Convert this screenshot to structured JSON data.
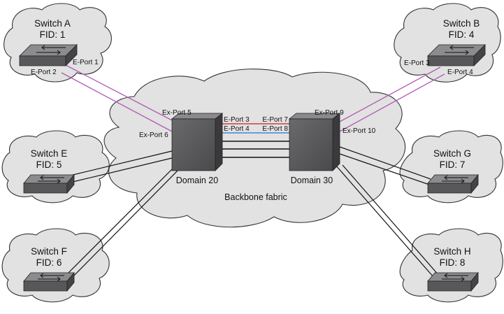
{
  "switches": {
    "a": {
      "name": "Switch A",
      "fid": "FID: 1",
      "port_1": "E-Port 1",
      "port_2": "E-Port 2"
    },
    "b": {
      "name": "Switch B",
      "fid": "FID: 4",
      "port_3": "E-Port 3",
      "port_4": "E-Port 4"
    },
    "e": {
      "name": "Switch E",
      "fid": "FID: 5"
    },
    "f": {
      "name": "Switch F",
      "fid": "FID: 6"
    },
    "g": {
      "name": "Switch G",
      "fid": "FID: 7"
    },
    "h": {
      "name": "Switch H",
      "fid": "FID: 8"
    }
  },
  "backbone": {
    "label": "Backbone fabric",
    "domain20": "Domain 20",
    "domain30": "Domain 30",
    "export5": "Ex-Port 5",
    "export6": "Ex-Port 6",
    "export9": "Ex-Port 9",
    "export10": "Ex-Port 10",
    "eport3": "E-Port 3",
    "eport4": "E-Port 4",
    "eport7": "E-Port 7",
    "eport8": "E-Port 8"
  },
  "colors": {
    "magenta_link": "#b05ab4",
    "red_link": "#d23c3c",
    "blue_link": "#3c8ad2",
    "cloud_fill": "#e2e2e2",
    "switch_body": "#5a5a5c"
  }
}
